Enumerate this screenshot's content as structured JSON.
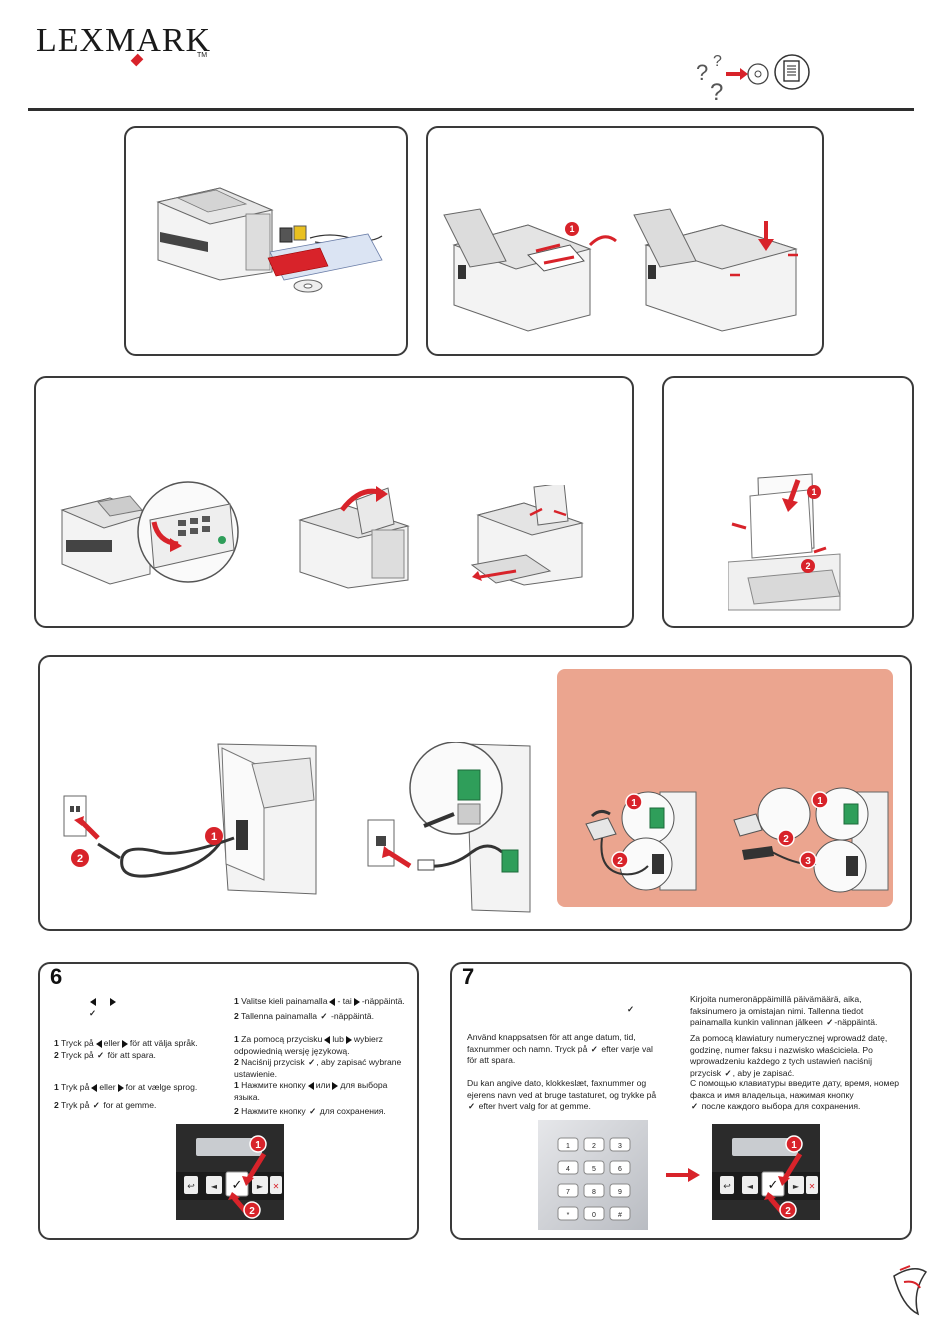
{
  "brand": {
    "logo_text": "LEXMARK",
    "tm": "TM"
  },
  "icons": {
    "help": "question-marks-icon",
    "cd": "cd-icon",
    "document": "document-icon",
    "arrow": "red-arrow-icon",
    "callout": "red-numbered-callout",
    "corner": "page-curl-icon"
  },
  "colors": {
    "accent": "#d8232a",
    "panel_border": "#3a3a3a",
    "highlight_bg": "#eba58f"
  },
  "callouts": {
    "one": "1",
    "two": "2",
    "three": "3"
  },
  "step6": {
    "number": "6",
    "swedish": [
      {
        "n": "1",
        "text_a": "Tryck på",
        "text_b": "eller",
        "text_c": "för att välja språk."
      },
      {
        "n": "2",
        "text_a": "Tryck på",
        "text_b": "för att spara."
      }
    ],
    "danish": [
      {
        "n": "1",
        "text_a": "Tryk på",
        "text_b": "eller",
        "text_c": "for at vælge sprog."
      },
      {
        "n": "2",
        "text_a": "Tryk på",
        "text_b": "for at gemme."
      }
    ],
    "finnish": [
      {
        "n": "1",
        "text_a": "Valitse kieli painamalla",
        "text_b": "- tai",
        "text_c": "-näppäintä."
      },
      {
        "n": "2",
        "text_a": "Tallenna painamalla",
        "text_b": "-näppäintä."
      }
    ],
    "polish": [
      {
        "n": "1",
        "text_a": "Za pomocą przycisku",
        "text_b": "lub",
        "text_c": "wybierz odpowiednią wersję językową."
      },
      {
        "n": "2",
        "text_a": "Naciśnij przycisk",
        "text_b": ", aby zapisać wybrane ustawienie."
      }
    ],
    "russian": [
      {
        "n": "1",
        "text_a": "Нажмите кнопку",
        "text_b": "или",
        "text_c": "для выбора языка."
      },
      {
        "n": "2",
        "text_a": "Нажмите кнопку",
        "text_b": "для сохранения."
      }
    ]
  },
  "step7": {
    "number": "7",
    "swedish_a": "Använd knappsatsen för att ange datum, tid, faxnummer och namn. Tryck på",
    "swedish_b": "efter varje val för att spara.",
    "danish_a": "Du kan angive dato, klokkeslæt, faxnummer og ejerens navn ved at bruge tastaturet, og trykke på",
    "danish_b": "efter hvert valg for at gemme.",
    "finnish_a": "Kirjoita numeronäppäimillä päivämäärä, aika, faksinumero ja omistajan nimi. Tallenna tiedot painamalla kunkin valinnan jälkeen",
    "finnish_b": "-näppäintä.",
    "polish_a": "Za pomocą klawiatury numerycznej wprowadź datę, godzinę, numer faksu i nazwisko właściciela. Po wprowadzeniu każdego z tych ustawień naciśnij przycisk",
    "polish_b": ", aby je zapisać.",
    "russian_a": "С помощью клавиатуры введите дату, время, номер факса и имя владельца, нажимая кнопку",
    "russian_b": "после каждого выбора для сохранения."
  },
  "keypad": [
    "1",
    "2",
    "3",
    "4",
    "5",
    "6",
    "7",
    "8",
    "9",
    "*",
    "0",
    "#"
  ],
  "control_panel": {
    "back": "↩",
    "left": "◄",
    "ok": "✓",
    "right": "►",
    "cancel": "✕"
  }
}
